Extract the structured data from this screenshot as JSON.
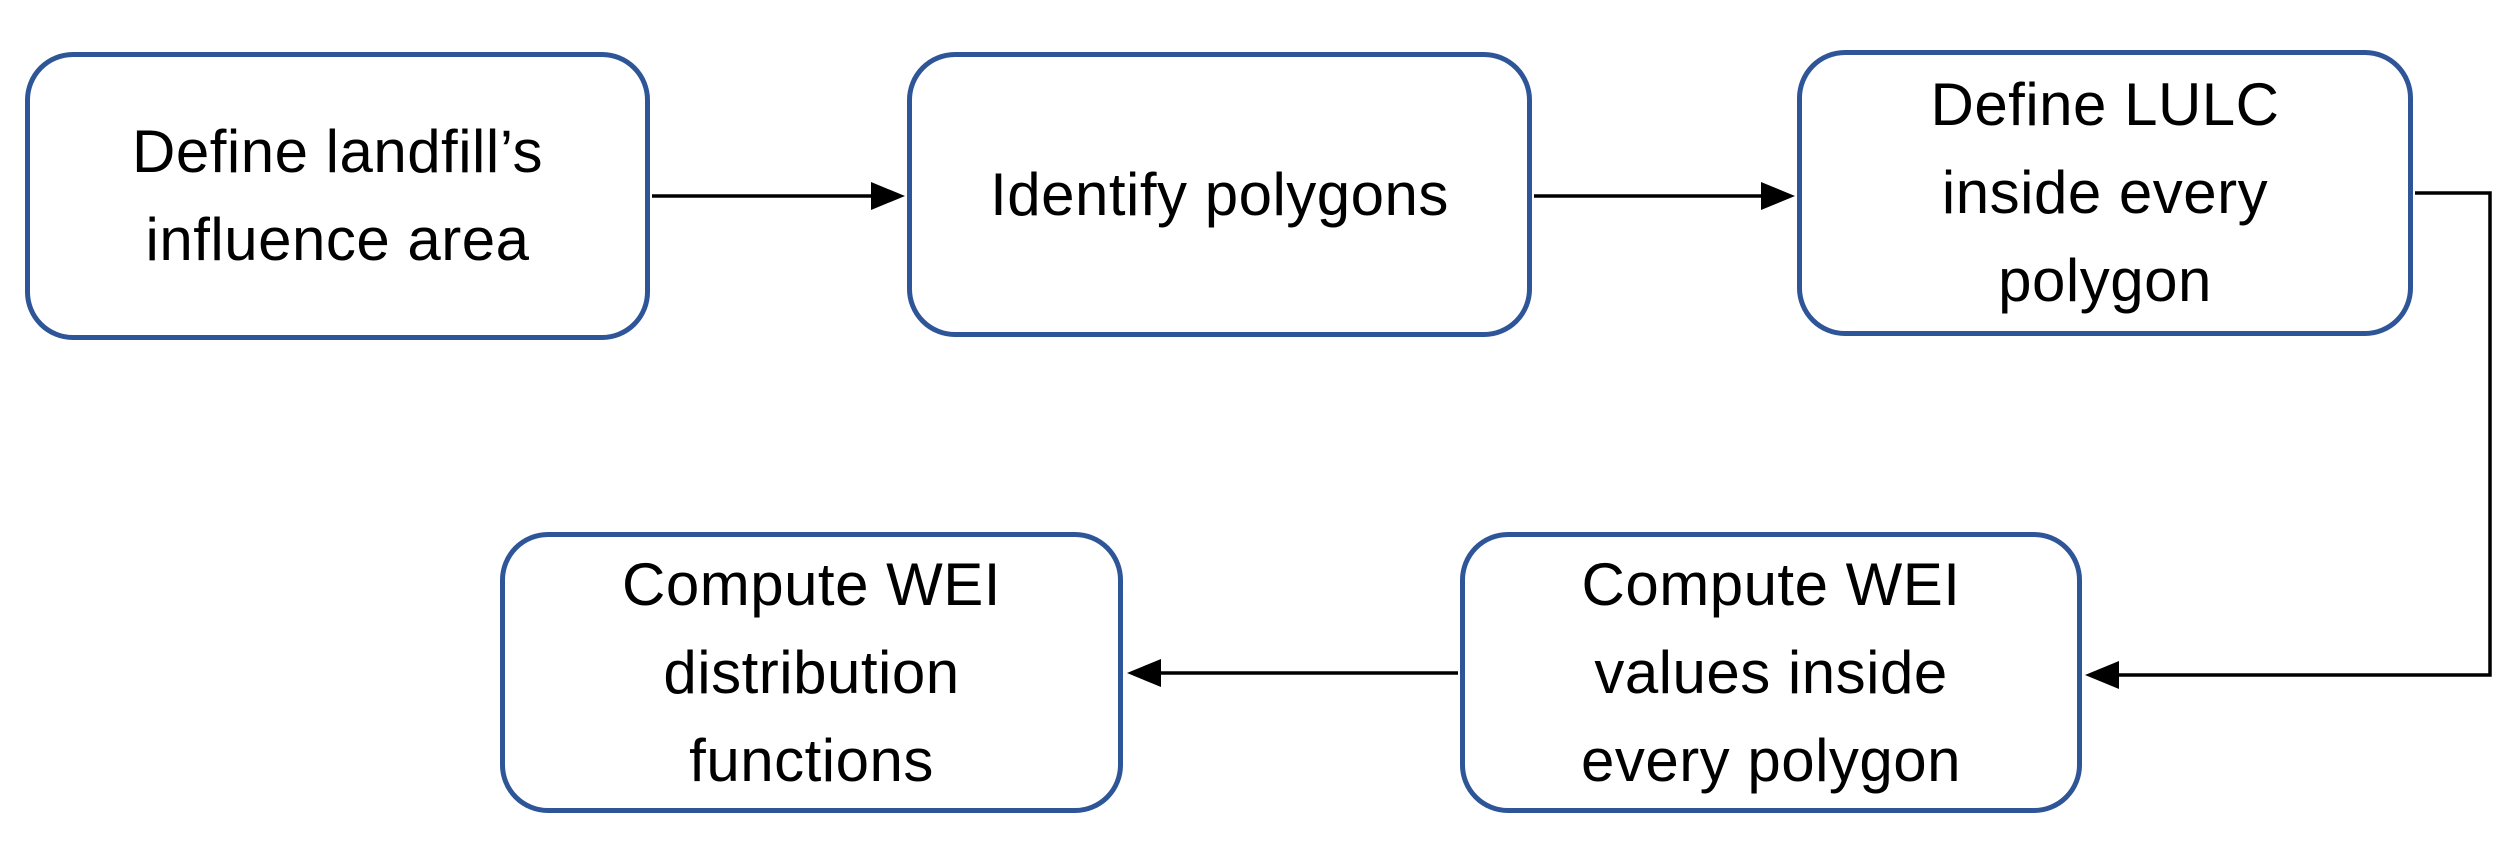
{
  "diagram": {
    "type": "flowchart",
    "background_color": "#ffffff",
    "box_border_color": "#2e5597",
    "arrow_color": "#000000",
    "text_color": "#000000",
    "nodes": [
      {
        "id": "define-influence-area",
        "lines": [
          "Define landfill’s",
          "influence area"
        ]
      },
      {
        "id": "identify-polygons",
        "lines": [
          "Identify polygons"
        ]
      },
      {
        "id": "define-lulc",
        "lines": [
          "Define LULC",
          "inside every",
          "polygon"
        ]
      },
      {
        "id": "compute-wei-values",
        "lines": [
          "Compute WEI",
          "values inside",
          "every polygon"
        ]
      },
      {
        "id": "compute-wei-distribution",
        "lines": [
          "Compute WEI",
          "distribution",
          "functions"
        ]
      }
    ],
    "edges": [
      {
        "from": "define-influence-area",
        "to": "identify-polygons",
        "direction": "right"
      },
      {
        "from": "identify-polygons",
        "to": "define-lulc",
        "direction": "right"
      },
      {
        "from": "define-lulc",
        "to": "compute-wei-values",
        "direction": "right-down-left"
      },
      {
        "from": "compute-wei-values",
        "to": "compute-wei-distribution",
        "direction": "left"
      }
    ]
  }
}
